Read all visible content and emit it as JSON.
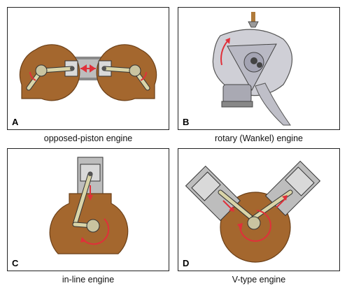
{
  "panels": [
    {
      "letter": "A",
      "caption": "opposed-piston engine"
    },
    {
      "letter": "B",
      "caption": "rotary (Wankel) engine"
    },
    {
      "letter": "C",
      "caption": "in-line engine"
    },
    {
      "letter": "D",
      "caption": "V-type engine"
    }
  ],
  "colors": {
    "housing": "#a4672e",
    "housing_stroke": "#6b3f17",
    "metal": "#c8c8c8",
    "arrow": "#e0303a",
    "crank": "#d9d4a8"
  }
}
